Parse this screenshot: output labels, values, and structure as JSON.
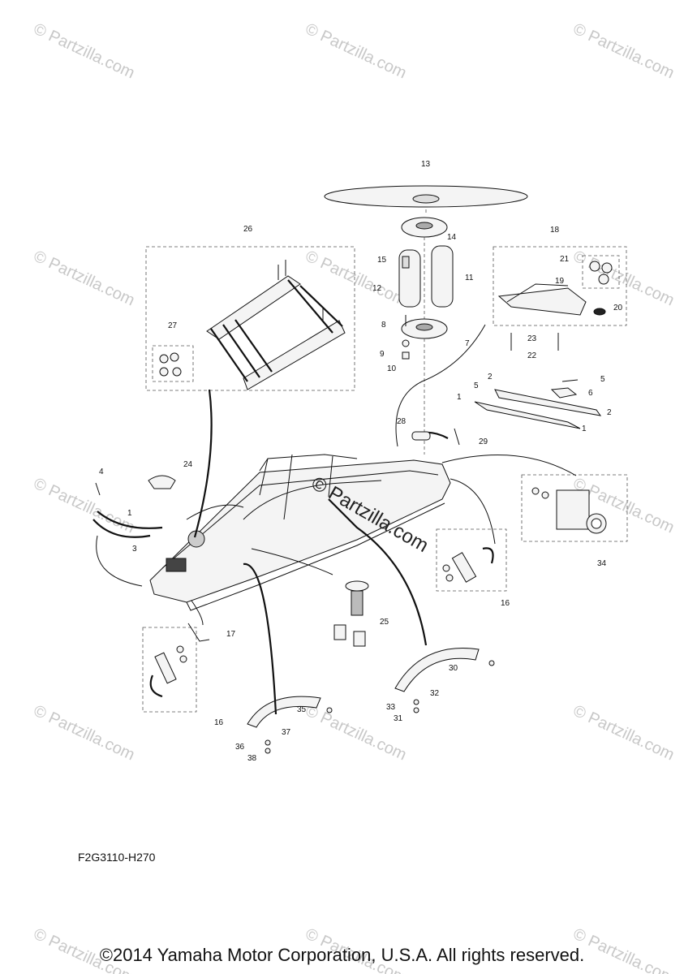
{
  "watermark": "© Partzilla.com",
  "center_watermark": "© Partzilla.com",
  "diagram_code": "F2G3110-H270",
  "copyright": "©2014 Yamaha Motor Corporation, U.S.A. All rights reserved.",
  "callouts": {
    "c1": "1",
    "c2": "2",
    "c3": "3",
    "c4": "4",
    "c5": "5",
    "c6": "6",
    "c7": "7",
    "c8": "8",
    "c9": "9",
    "c10": "10",
    "c11": "11",
    "c12": "12",
    "c13": "13",
    "c14": "14",
    "c15": "15",
    "c16": "16",
    "c17": "17",
    "c18": "18",
    "c19": "19",
    "c20": "20",
    "c21": "21",
    "c22": "22",
    "c23": "23",
    "c24": "24",
    "c25": "25",
    "c26": "26",
    "c27": "27",
    "c28": "28",
    "c29": "29",
    "c30": "30",
    "c31": "31",
    "c32": "32",
    "c33": "33",
    "c34": "34",
    "c35": "35",
    "c36": "36",
    "c37": "37",
    "c38": "38"
  }
}
